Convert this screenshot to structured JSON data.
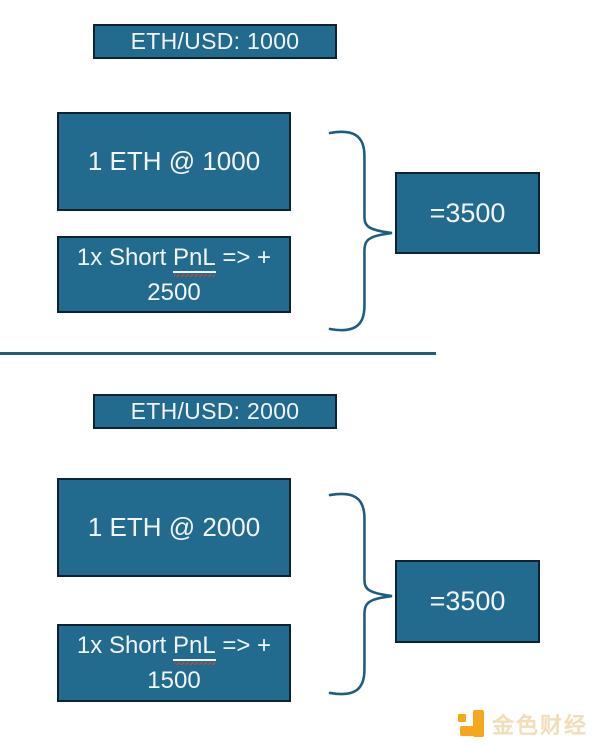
{
  "colors": {
    "box_fill": "#226a8e",
    "box_border": "#0e2331",
    "line": "#1e5d80",
    "box_text": "#f2f5f6",
    "squiggle": "#c2473c",
    "wm_orange": "#f6a71b",
    "wm_text": "#f2ddb6"
  },
  "sections": [
    {
      "header": "ETH/USD: 1000",
      "asset_box": "1 ETH @ 1000",
      "pnl_box": {
        "prefix": "1x Short",
        "term": "PnL",
        "suffix": "=> +",
        "value": "2500"
      },
      "result": "=3500"
    },
    {
      "header": "ETH/USD: 2000",
      "asset_box": "1 ETH @ 2000",
      "pnl_box": {
        "prefix": "1x Short",
        "term": "PnL",
        "suffix": "=> +",
        "value": "1500"
      },
      "result": "=3500"
    }
  ],
  "watermark": {
    "text": "金色财经"
  }
}
